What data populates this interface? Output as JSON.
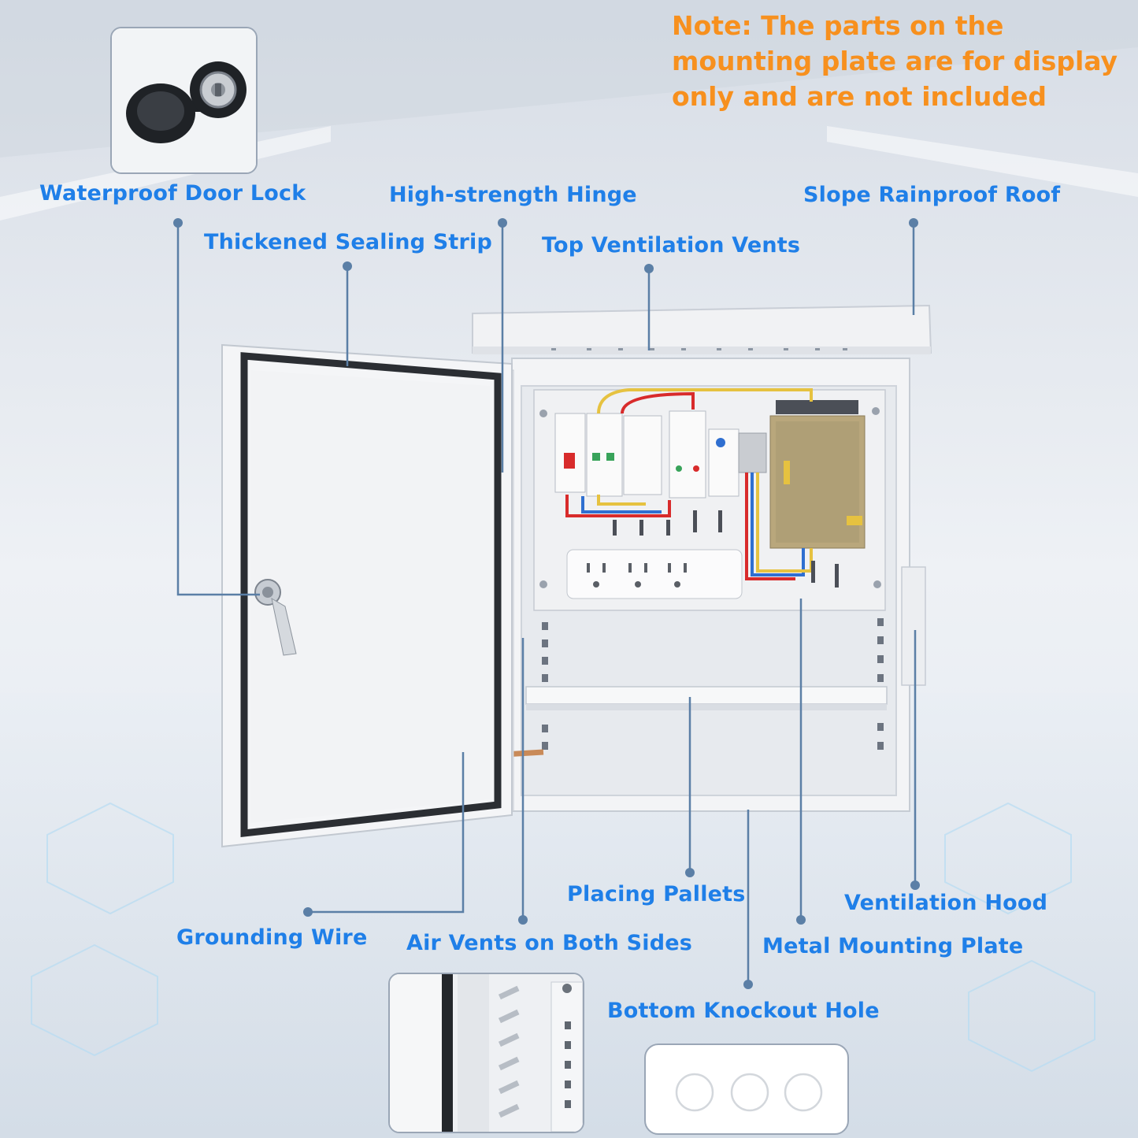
{
  "note": "Note: The parts on the mounting plate are for display only and are not included",
  "labels": {
    "waterproof_door_lock": "Waterproof Door Lock",
    "high_strength_hinge": "High-strength Hinge",
    "slope_rainproof_roof": "Slope Rainproof Roof",
    "thickened_sealing_strip": "Thickened Sealing Strip",
    "top_ventilation_vents": "Top Ventilation Vents",
    "placing_pallets": "Placing Pallets",
    "ventilation_hood": "Ventilation Hood",
    "grounding_wire": "Grounding Wire",
    "air_vents_on_both_sides": "Air Vents on Both Sides",
    "metal_mounting_plate": "Metal Mounting Plate",
    "bottom_knockout_hole": "Bottom Knockout Hole"
  },
  "colors": {
    "label_blue": "#1f7fe8",
    "note_orange": "#f7901e",
    "leader_line": "#5b7fa6",
    "enclosure_white": "#f3f4f6"
  }
}
